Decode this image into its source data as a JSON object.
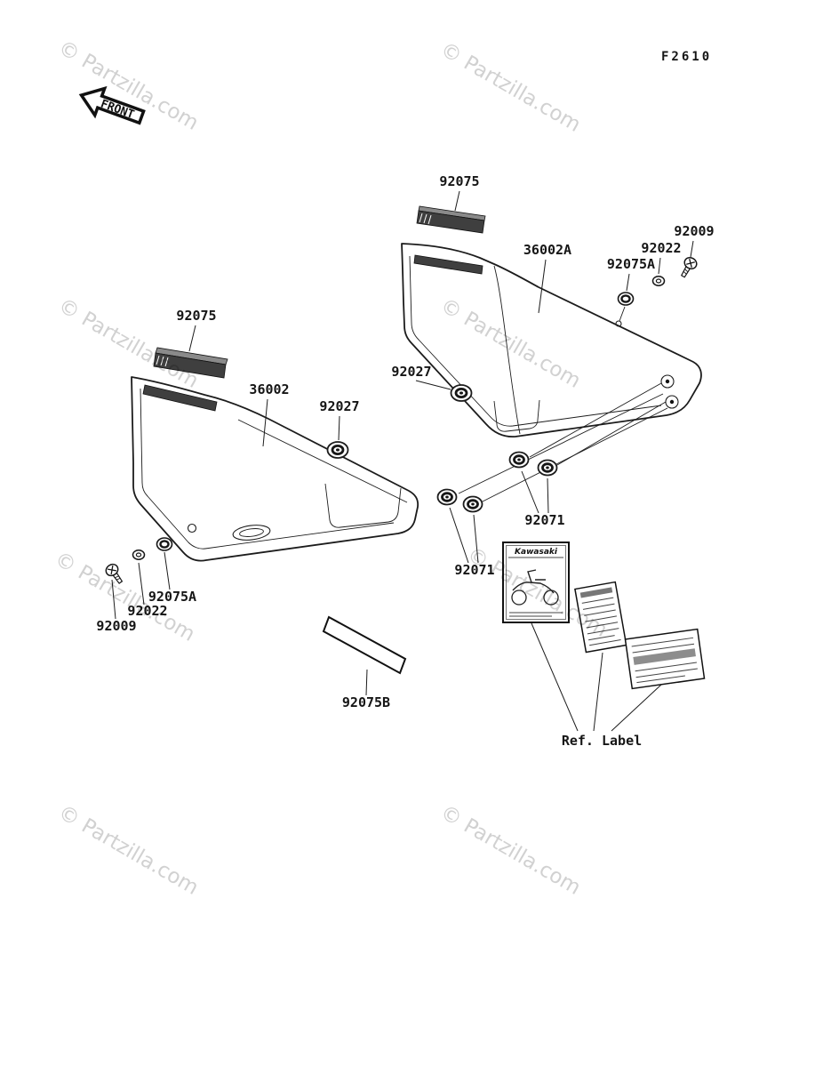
{
  "page": {
    "figure_code": "F2610",
    "watermark_text": "© Partzilla.com"
  },
  "front_arrow": {
    "label": "FRONT"
  },
  "colors": {
    "line": "#1c1c1c",
    "watermark": "#c6c6c6",
    "strip_fill": "#3f3f3f",
    "background": "#ffffff"
  },
  "part_labels": [
    {
      "text": "92075",
      "points_to": "trim-strip-right"
    },
    {
      "text": "36002A",
      "points_to": "side-cover-right"
    },
    {
      "text": "92009",
      "points_to": "screw-top"
    },
    {
      "text": "92022",
      "points_to": "washer-top"
    },
    {
      "text": "92075A",
      "points_to": "damper-top"
    },
    {
      "text": "92027",
      "points_to": "grommet-right-cover"
    },
    {
      "text": "92075",
      "points_to": "trim-strip-left"
    },
    {
      "text": "36002",
      "points_to": "side-cover-left"
    },
    {
      "text": "92027",
      "points_to": "grommet-left-cover"
    },
    {
      "text": "92071",
      "points_to": "grommet-pair-rear"
    },
    {
      "text": "92071",
      "points_to": "grommet-pair-front"
    },
    {
      "text": "92075A",
      "points_to": "damper-bottom"
    },
    {
      "text": "92022",
      "points_to": "washer-bottom"
    },
    {
      "text": "92009",
      "points_to": "screw-bottom"
    },
    {
      "text": "92075B",
      "points_to": "trim-strip-bottom"
    },
    {
      "text": "Ref. Label",
      "points_to": "reference-stickers"
    }
  ],
  "ref_sticker": {
    "brand": "Kawasaki"
  }
}
